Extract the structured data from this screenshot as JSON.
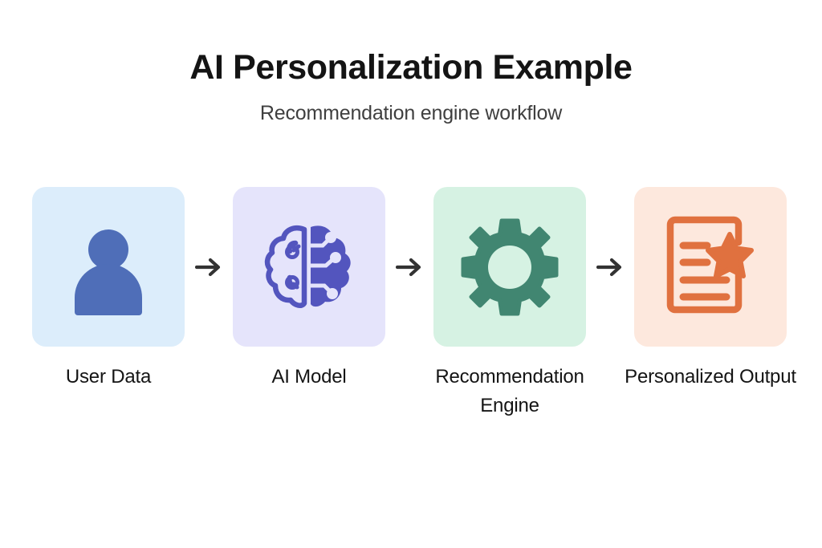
{
  "header": {
    "title": "AI Personalization Example",
    "subtitle": "Recommendation engine workflow"
  },
  "flow": {
    "arrow_glyph": "→",
    "steps": [
      {
        "label": "User Data",
        "icon": "user-icon",
        "card_color": "#dcedfb",
        "icon_color": "#4f6eb8"
      },
      {
        "label": "AI Model",
        "icon": "brain-circuit-icon",
        "card_color": "#e5e4fb",
        "icon_color": "#5355be"
      },
      {
        "label": "Recommendation Engine",
        "icon": "gear-icon",
        "card_color": "#d6f2e3",
        "icon_color": "#418671"
      },
      {
        "label": "Personalized Output",
        "icon": "document-star-icon",
        "card_color": "#fde8dd",
        "icon_color": "#e0713f"
      }
    ]
  },
  "colors": {
    "background": "#ffffff",
    "title_text": "#141414",
    "subtitle_text": "#3f3f3f",
    "label_text": "#141414",
    "arrow": "#333333"
  }
}
